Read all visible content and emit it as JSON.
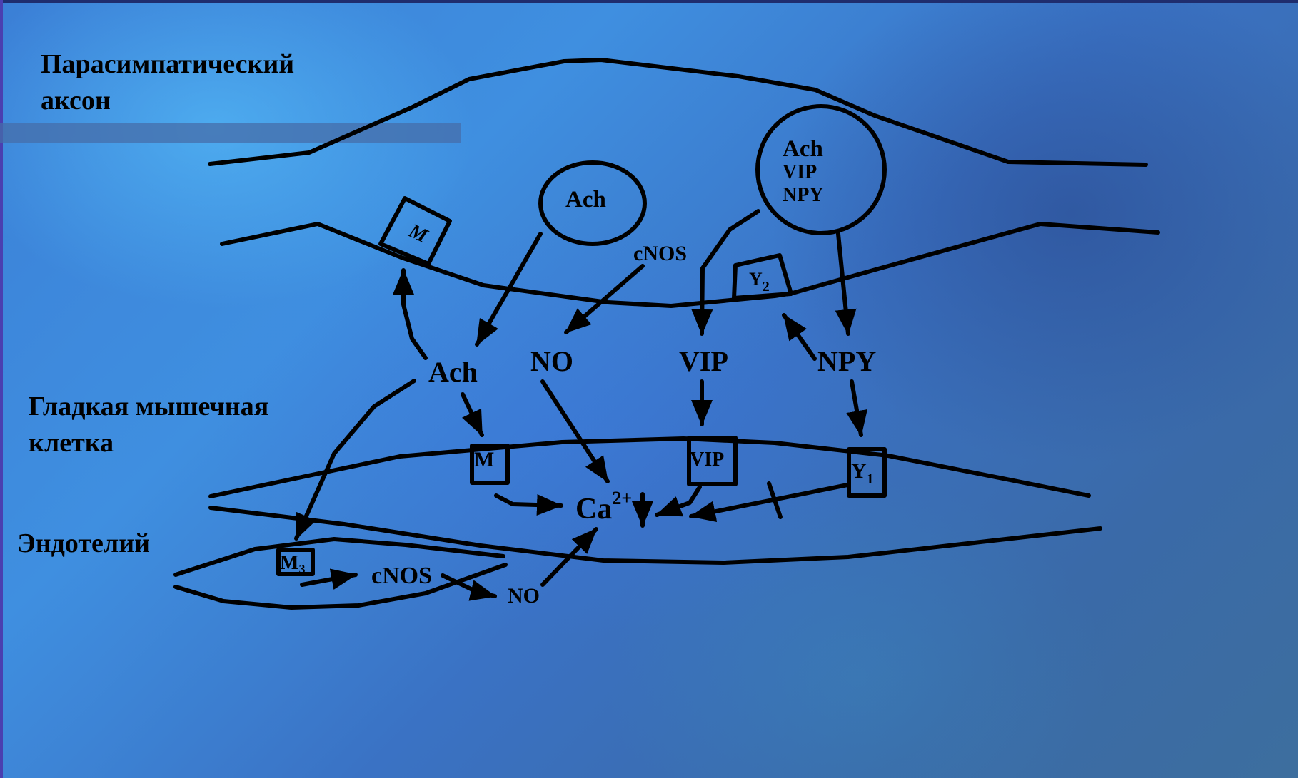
{
  "labels": {
    "axon_line1": "Парасимпатический",
    "axon_line2": "аксон",
    "smooth_line1": "Гладкая  мышечная",
    "smooth_line2": "клетка",
    "endothelium": "Эндотелий"
  },
  "diagram": {
    "vesicle_small": "Ach",
    "vesicle_large": [
      "Ach",
      "VIP",
      "NPY"
    ],
    "cnos_axon": "cNOS",
    "receptor_m_axon": "M",
    "receptor_y2": "Y",
    "receptor_y2_sub": "2",
    "mediator_ach": "Ach",
    "mediator_no": "NO",
    "mediator_vip": "VIP",
    "mediator_npy": "NPY",
    "receptor_m_muscle": "M",
    "receptor_vip": "VIP",
    "receptor_y1": "Y",
    "receptor_y1_sub": "1",
    "calcium": "Ca",
    "calcium_sup": "2+",
    "receptor_m3": "M",
    "receptor_m3_sub": "3",
    "cnos_endo": "cNOS",
    "no_endo": "NO"
  },
  "colors": {
    "ink": "#000000",
    "background": "#3a7fd4"
  }
}
